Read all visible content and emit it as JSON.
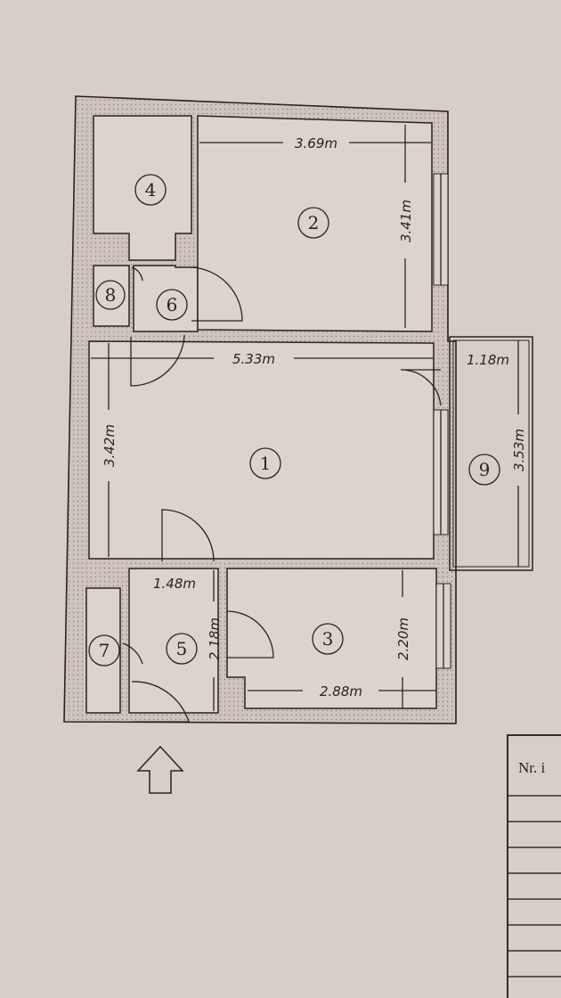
{
  "floor_plan": {
    "rooms": [
      {
        "id": "1",
        "label": "1"
      },
      {
        "id": "2",
        "label": "2"
      },
      {
        "id": "3",
        "label": "3"
      },
      {
        "id": "4",
        "label": "4"
      },
      {
        "id": "5",
        "label": "5"
      },
      {
        "id": "6",
        "label": "6"
      },
      {
        "id": "7",
        "label": "7"
      },
      {
        "id": "8",
        "label": "8"
      },
      {
        "id": "9",
        "label": "9"
      }
    ],
    "dimensions": {
      "room2_width": "3.69m",
      "room2_depth": "3.41m",
      "room1_width": "5.33m",
      "room1_depth": "3.42m",
      "balcony_width": "1.18m",
      "balcony_length": "3.53m",
      "hall_width": "1.48m",
      "hall_depth": "2.18m",
      "room3_width": "2.88m",
      "room3_depth": "2.20m"
    },
    "entrance_icon": "up-arrow-icon"
  },
  "table": {
    "header": "Nr. i"
  },
  "colors": {
    "paper": "#d8cec8",
    "ink": "#2a2220"
  }
}
